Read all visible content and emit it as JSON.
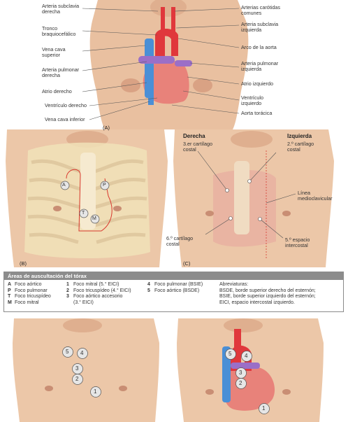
{
  "panel_a": {
    "letter": "(A)",
    "left_labels": [
      "Arteria subclavia derecha",
      "Tronco braquiocefálico",
      "Vena cava superior",
      "Arteria pulmonar derecha",
      "Atrio derecho",
      "Ventrículo derecho",
      "Vena cava inferior"
    ],
    "right_labels": [
      "Arterias carótidas comunes",
      "Arteria subclavia izquierda",
      "Arco de la aorta",
      "Arteria pulmonar izquierda",
      "Atrio izquierdo",
      "Ventrículo izquierdo",
      "Aorta torácica"
    ]
  },
  "panel_b": {
    "letter": "(B)",
    "markers": [
      "A",
      "P",
      "T",
      "M"
    ]
  },
  "panel_c": {
    "letter": "(C)",
    "right_title": "Derecha",
    "left_title": "Izquierda",
    "labels": [
      "3.er cartílago costal",
      "2.º cartílago costal",
      "Línea medioclavicular",
      "6.º cartílago costal",
      "5.º espacio intercostal"
    ]
  },
  "legend": {
    "title": "Áreas de auscultación del tórax",
    "col1": [
      {
        "key": "A",
        "text": "Foco aórtico"
      },
      {
        "key": "P",
        "text": "Foco pulmonar"
      },
      {
        "key": "T",
        "text": "Foco tricuspídeo"
      },
      {
        "key": "M",
        "text": "Foco mitral"
      }
    ],
    "col2": [
      {
        "key": "1",
        "text": "Foco mitral (5.° EICI)"
      },
      {
        "key": "2",
        "text": "Foco tricuspídeo (4.° EICI)"
      },
      {
        "key": "3",
        "text": "Foco aórtico accesorio"
      },
      {
        "key": "",
        "text": "(3.° EICI)"
      }
    ],
    "col3": [
      {
        "key": "4",
        "text": "Foco pulmonar (BSIE)"
      },
      {
        "key": "5",
        "text": "Foco aórtico (BSDE)"
      }
    ],
    "abbrev_title": "Abreviaturas:",
    "abbrev": [
      "BSDE, borde superior derecho del esternón;",
      "BSIE, borde superior izquierdo del esternón;",
      "EICI, espacio intercostal izquierdo."
    ]
  },
  "bottom_left": {
    "markers": [
      "5",
      "4",
      "3",
      "2",
      "1"
    ]
  },
  "bottom_right": {
    "markers": [
      "5",
      "4",
      "3",
      "2",
      "1"
    ]
  },
  "colors": {
    "skin": "#ecc7a8",
    "skin_dark": "#d9a98a",
    "heart": "#e8827a",
    "aorta": "#e0383c",
    "vein": "#4a8fd6",
    "pulmonary": "#9b6fc7",
    "rib": "#f1e2b8",
    "marker_fill": "#e6e6e6"
  }
}
